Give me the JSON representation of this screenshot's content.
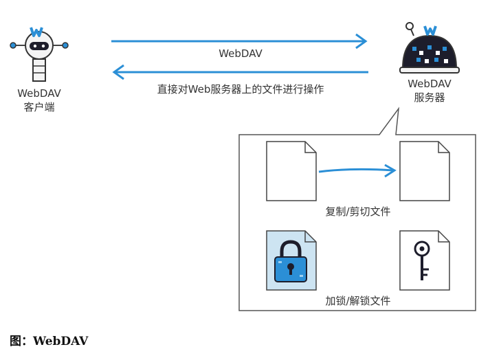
{
  "client": {
    "name": "WebDAV",
    "subtitle": "客户端"
  },
  "server": {
    "name": "WebDAV",
    "subtitle": "服务器"
  },
  "protocol_label": "WebDAV",
  "description": "直接对Web服务器上的文件进行操作",
  "operations": {
    "copy_move": "复制/剪切文件",
    "lock_unlock": "加锁/解锁文件"
  },
  "figure_caption": {
    "prefix": "图：",
    "title": "WebDAV"
  },
  "colors": {
    "arrow": "#2b8fd6",
    "border": "#555555",
    "robot_dark": "#1d1d2b",
    "lock_fill": "#cde4f2"
  }
}
